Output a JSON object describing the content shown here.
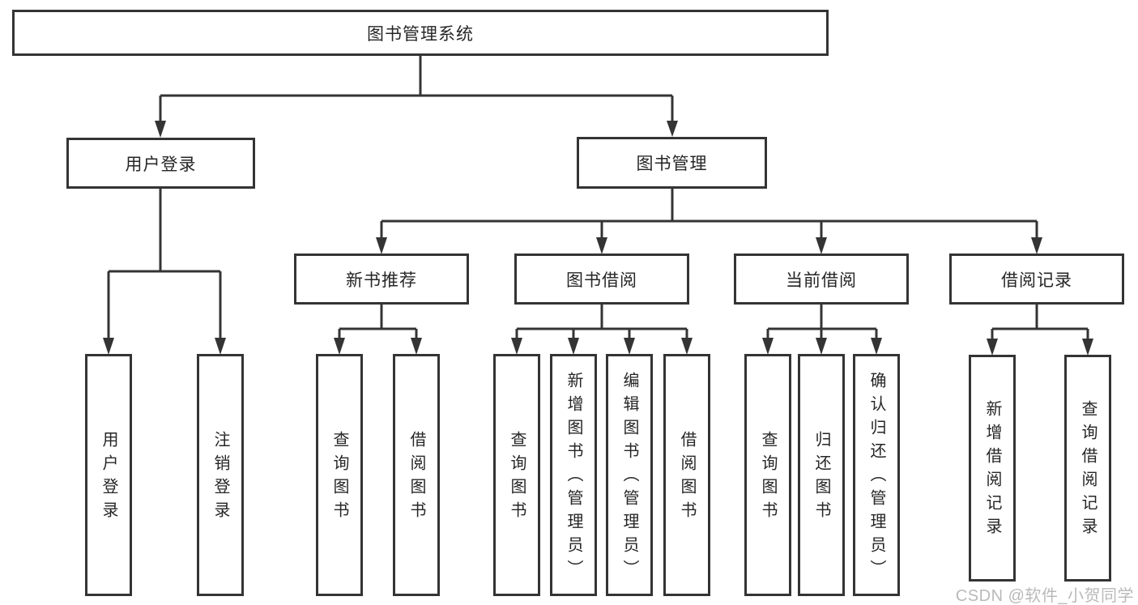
{
  "diagram_title": "图书管理系统",
  "nodes": {
    "root": "图书管理系统",
    "level2": [
      "用户登录",
      "图书管理"
    ],
    "level3": [
      "新书推荐",
      "图书借阅",
      "当前借阅",
      "借阅记录"
    ],
    "leaves_user_login": [
      "用户登录",
      "注销登录"
    ],
    "leaves_new_book": [
      "查询图书",
      "借阅图书"
    ],
    "leaves_book_borrow": [
      "查询图书",
      "新增图书（管理员）",
      "编辑图书（管理员）",
      "借阅图书"
    ],
    "leaves_current_borrow": [
      "查询图书",
      "归还图书",
      "确认归还（管理员）"
    ],
    "leaves_records": [
      "新增借阅记录",
      "查询借阅记录"
    ]
  },
  "watermark": "CSDN @软件_小贺同学",
  "colors": {
    "line": "#343434",
    "text": "#262626",
    "watermark": "#b9b9b9",
    "background": "#ffffff"
  }
}
